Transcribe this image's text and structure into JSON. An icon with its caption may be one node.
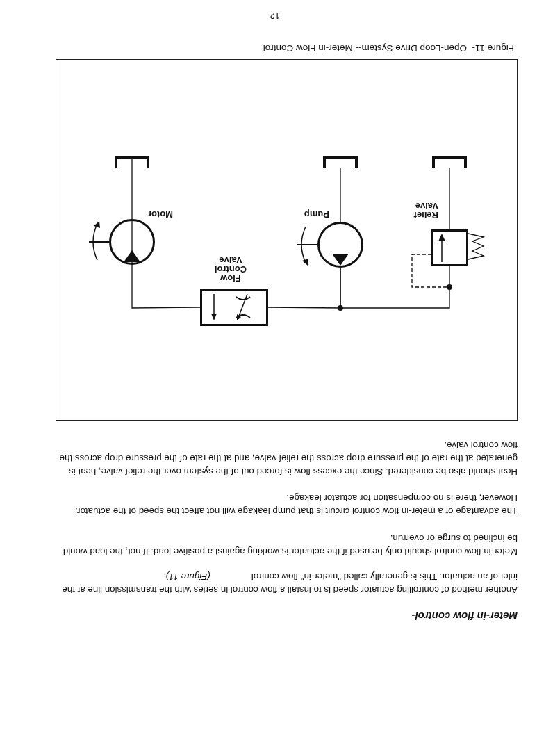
{
  "diagram": {
    "caption": "Figure 11-  Open-Loop Drive System-- Meter-in Flow Control",
    "nodes": [
      {
        "text": [
          "Relief Valve"
        ]
      },
      {
        "text": [
          "Pump"
        ]
      },
      {
        "text": [
          "Flow Control Valve"
        ]
      },
      {
        "text": [
          "Motor"
        ]
      },
      {
        "text": [],
        "shape": "tank"
      },
      {
        "text": [],
        "shape": "tank"
      },
      {
        "text": [],
        "shape": "tank"
      }
    ],
    "edges": [
      {
        "from": 0,
        "to": 1,
        "arrow": "none"
      },
      {
        "from": 1,
        "to": 2,
        "arrow": "none"
      },
      {
        "from": 2,
        "to": 3,
        "arrow": "none"
      },
      {
        "from": 0,
        "to": 6,
        "arrow": "none"
      },
      {
        "from": 1,
        "to": 5,
        "arrow": "none"
      },
      {
        "from": 3,
        "to": 4,
        "arrow": "none"
      }
    ],
    "labels": [
      "Meter-in flow control-",
      "Another method of controlling actuator speed is to install a flow control in series with the transmission line at the inlet of an actuator. This is generally called \"meter-in\" flow control                *(Figure 11).*",
      "Meter-in flow control should only be used if the actuator is working against a positive load. If not, the load would be inclined to surge or overrun.",
      "The advantage of a meter-in flow control circuit is that pump leakage will not affect the speed of the actuator. However, there is no compensation for actuator leakage.",
      "Heat should also be considered. Since the excess flow is forced out of the system over the relief valve, heat is generated at the rate of the pressure drop across the relief valve, and at the rate of the pressure drop across the flow control valve.",
      "12"
    ]
  }
}
